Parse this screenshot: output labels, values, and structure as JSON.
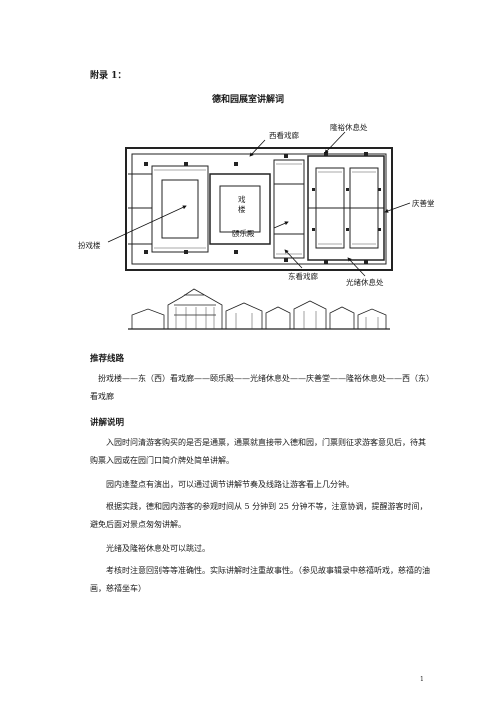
{
  "header": {
    "appendix_label": "附录 1：",
    "title": "德和园展室讲解词"
  },
  "figure": {
    "labels": {
      "xi_kan_xi_lang": "西看戏廊",
      "long_yu_xiu_xi_chu": "隆裕休息处",
      "qing_shan_tang": "庆善堂",
      "pa_xi_lou": "扮戏楼",
      "xi_lou": "戏楼",
      "yi_le_dian": "颐乐殿",
      "dong_kan_xi_lang": "东看戏廊",
      "guang_xu_xiu_xi_chu": "光绪休息处"
    }
  },
  "route": {
    "heading": "推荐线路",
    "text": "扮戏楼——东（西）看戏廊——颐乐殿——光绪休息处——庆善堂——隆裕休息处——西（东）看戏廊"
  },
  "notes": {
    "heading": "讲解说明",
    "paragraphs": [
      "入园时问清游客购买的是否是通票，通票就直接带入德和园，门票则征求游客意见后，待其购票入园或在园门口简介牌处简单讲解。",
      "园内逢整点有演出，可以通过调节讲解节奏及线路让游客看上几分钟。",
      "根据实践，德和园内游客的参观时间从 5 分钟到 25 分钟不等，注意协调，提醒游客时间，避免后面对景点匆匆讲解。",
      "光绪及隆裕休息处可以跳过。",
      "考核时注意回别等等准确性。实际讲解时注重故事性。（参见故事辑录中慈禧听戏，慈禧的油画，慈禧坐车）"
    ]
  },
  "footer": {
    "page_number": "1"
  }
}
